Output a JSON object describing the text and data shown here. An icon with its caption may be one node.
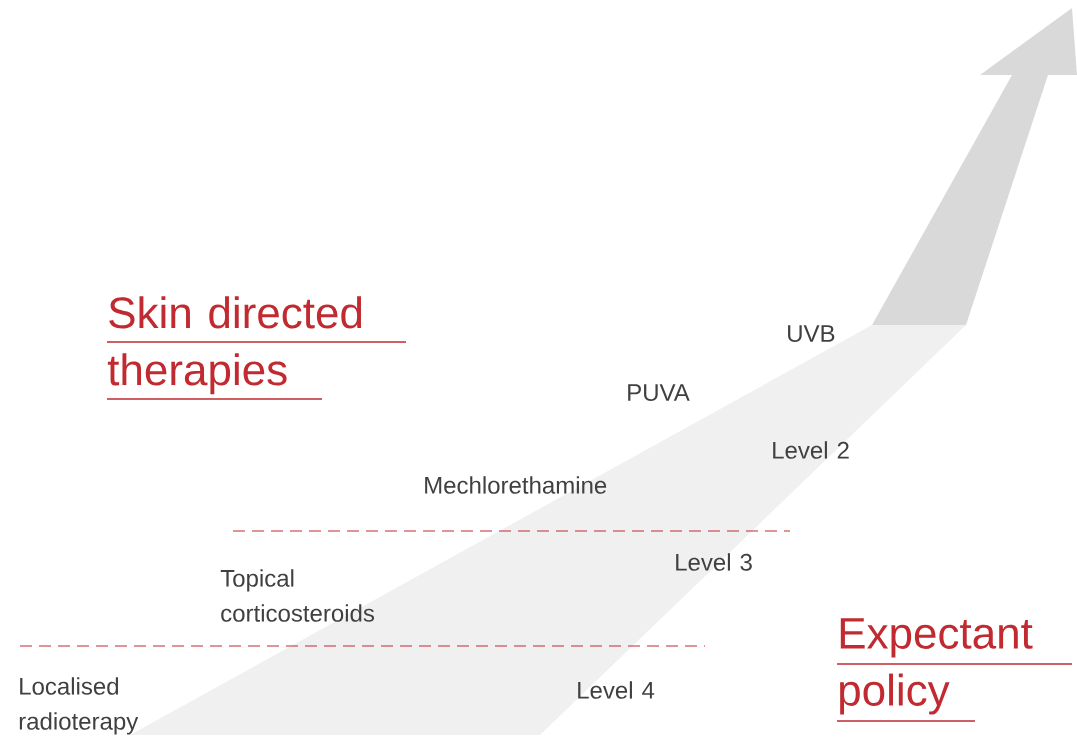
{
  "diagram": {
    "labels": [
      "Skin directed therapies",
      "UVB",
      "PUVA",
      "Level 2",
      "Mechlorethamine",
      "Level 3",
      "Topical corticosteroids",
      "Expectant policy",
      "Localised radioterapy",
      "Level 4"
    ]
  }
}
